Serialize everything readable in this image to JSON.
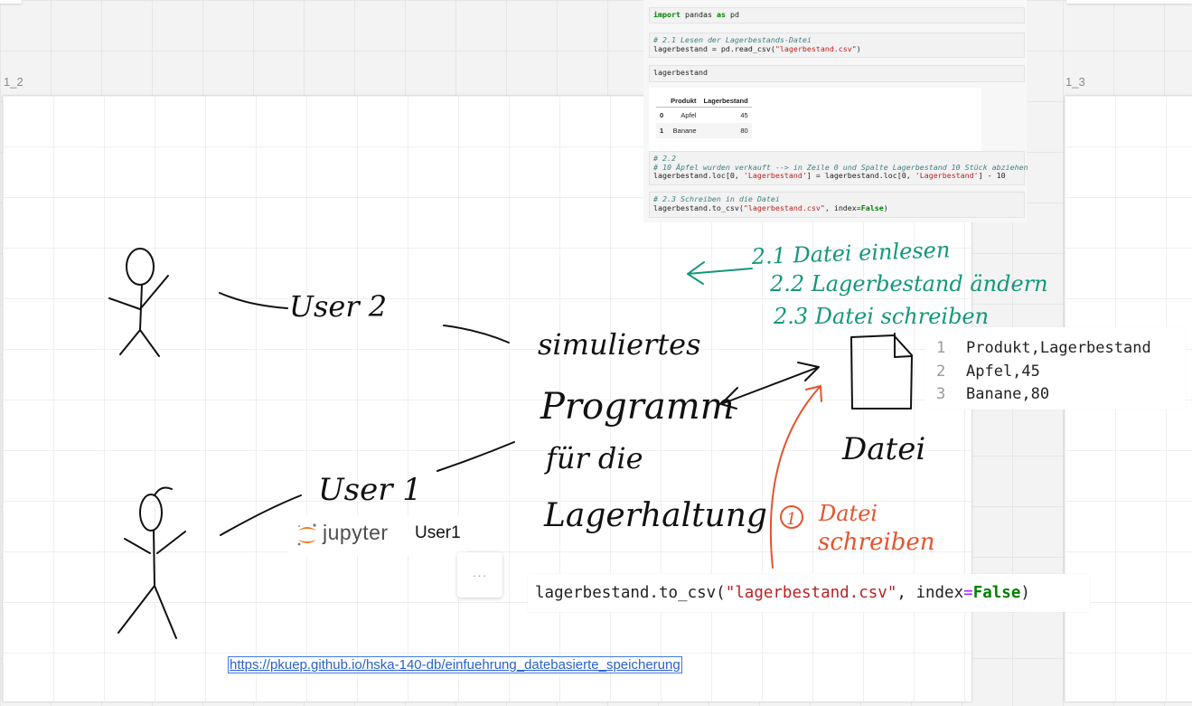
{
  "frames": {
    "left_label": "1_2",
    "right_label": "1_3"
  },
  "notebook": {
    "cell1": {
      "kw1": "import",
      "mod": " pandas ",
      "kw2": "as",
      "alias": " pd"
    },
    "cell2": {
      "comment": "# 2.1 Lesen der Lagerbestands-Datei",
      "code_prefix": "lagerbestand = pd.read_csv(",
      "string": "\"lagerbestand.csv\"",
      "code_suffix": ")"
    },
    "cell3": "lagerbestand",
    "dataframe": {
      "headers": [
        "",
        "Produkt",
        "Lagerbestand"
      ],
      "rows": [
        {
          "index": "0",
          "produkt": "Apfel",
          "bestand": "45"
        },
        {
          "index": "1",
          "produkt": "Banane",
          "bestand": "80"
        }
      ]
    },
    "cell4": {
      "comment1": "# 2.2",
      "comment2": "# 10 Äpfel wurden verkauft --> in Zeile 0 und Spalte Lagerbestand 10 Stück abziehen",
      "code_a": "lagerbestand.loc[0, ",
      "string_a": "'Lagerbestand'",
      "code_b": "] = lagerbestand.loc[0, ",
      "string_b": "'Lagerbestand'",
      "code_c": "] - 10"
    },
    "cell5": {
      "comment": "# 2.3 Schreiben in die Datei",
      "code_prefix": "lagerbestand.to_csv(",
      "string": "\"lagerbestand.csv\"",
      "code_mid": ", index=",
      "bool": "False",
      "code_suffix": ")"
    }
  },
  "csv_file": {
    "lines": [
      {
        "num": "1",
        "text": "Produkt,Lagerbestand"
      },
      {
        "num": "2",
        "text": "Apfel,45"
      },
      {
        "num": "3",
        "text": "Banane,80"
      }
    ]
  },
  "jupyter": {
    "wordmark": "jupyter",
    "user": "User1"
  },
  "more_button": "···",
  "code_strip": {
    "prefix": "lagerbestand.to_csv(",
    "string": "\"lagerbestand.csv\"",
    "mid": ", index",
    "op": "=",
    "bool": "False",
    "suffix": ")"
  },
  "link": {
    "text": "https://pkuep.github.io/hska-140-db/einfuehrung_datebasierte_speicherung"
  },
  "handwriting": {
    "user2": "User 2",
    "user1": "User 1",
    "program": [
      "simuliertes",
      "Programm",
      "für die",
      "Lagerhaltung"
    ],
    "datei": "Datei",
    "steps": [
      "2.1 Datei einlesen",
      "2.2 Lagerbestand ändern",
      "2.3 Datei schreiben"
    ],
    "note_number": "1",
    "note": [
      "Datei",
      "schreiben"
    ]
  },
  "colors": {
    "ink": "#111111",
    "teal": "#13977a",
    "red": "#e5532d",
    "link": "#2a62c9"
  }
}
